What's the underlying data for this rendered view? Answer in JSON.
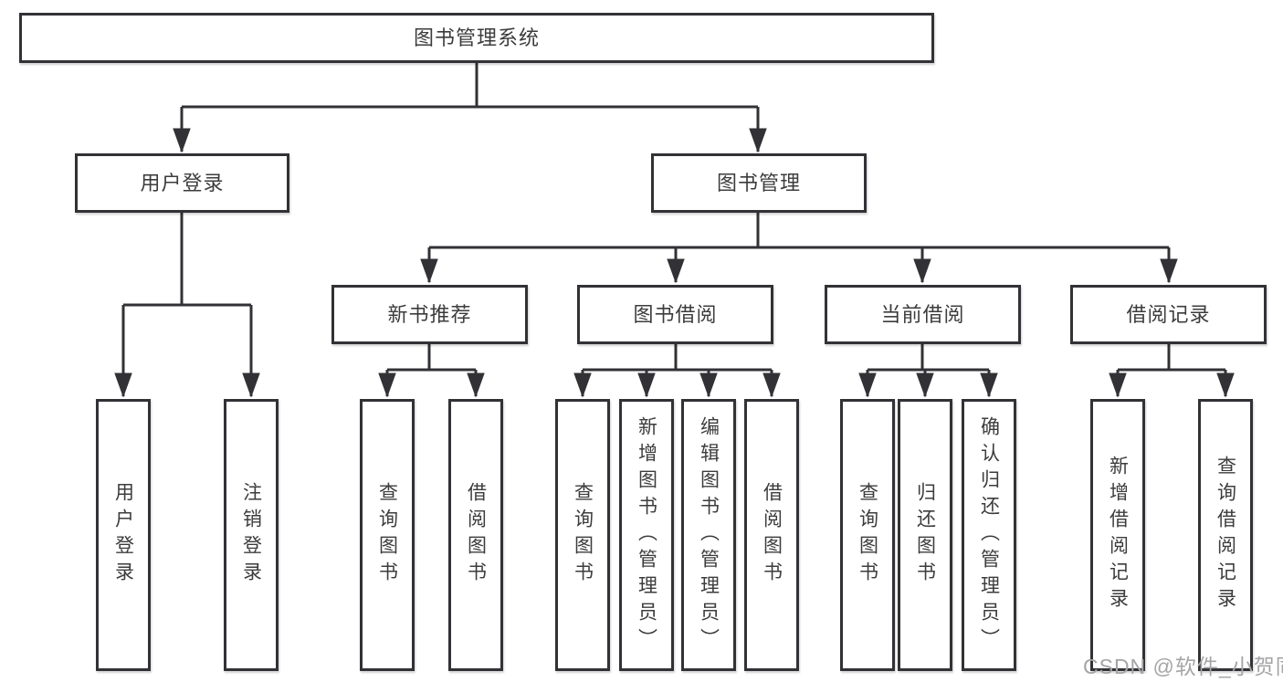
{
  "diagram": {
    "root": {
      "label": "图书管理系统"
    },
    "level2": [
      {
        "label": "用户登录",
        "children": [
          {
            "label": "用户登录"
          },
          {
            "label": "注销登录"
          }
        ]
      },
      {
        "label": "图书管理",
        "children": [
          {
            "label": "新书推荐",
            "children": [
              {
                "label": "查询图书"
              },
              {
                "label": "借阅图书"
              }
            ]
          },
          {
            "label": "图书借阅",
            "children": [
              {
                "label": "查询图书"
              },
              {
                "label": "新增图书（管理员）"
              },
              {
                "label": "编辑图书（管理员）"
              },
              {
                "label": "借阅图书"
              }
            ]
          },
          {
            "label": "当前借阅",
            "children": [
              {
                "label": "查询图书"
              },
              {
                "label": "归还图书"
              },
              {
                "label": "确认归还（管理员）"
              }
            ]
          },
          {
            "label": "借阅记录",
            "children": [
              {
                "label": "新增借阅记录"
              },
              {
                "label": "查询借阅记录"
              }
            ]
          }
        ]
      }
    ]
  },
  "watermark": {
    "text": "CSDN @软件_小贺同学"
  },
  "colors": {
    "line": "#323236",
    "text": "#3c3c3c",
    "watermark": "#a5a5a5",
    "background": "#ffffff"
  }
}
